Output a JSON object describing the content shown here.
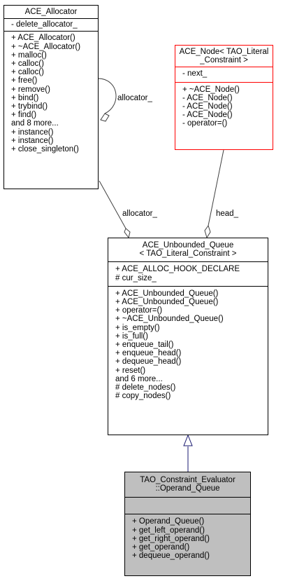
{
  "classes": {
    "allocator": {
      "title_lines": [
        "ACE_Allocator"
      ],
      "attributes": [
        "- delete_allocator_"
      ],
      "methods": [
        "+ ACE_Allocator()",
        "+ ~ACE_Allocator()",
        "+ malloc()",
        "+ calloc()",
        "+ calloc()",
        "+ free()",
        "+ remove()",
        "+ bind()",
        "+ trybind()",
        "+ find()",
        "and 8 more...",
        "+ instance()",
        "+ instance()",
        "+ close_singleton()"
      ]
    },
    "node": {
      "title_lines": [
        "ACE_Node< TAO_Literal",
        "_Constraint >"
      ],
      "attributes": [
        "- next_"
      ],
      "methods": [
        "+ ~ACE_Node()",
        "- ACE_Node()",
        "- ACE_Node()",
        "- ACE_Node()",
        "- operator=()"
      ]
    },
    "queue": {
      "title_lines": [
        "ACE_Unbounded_Queue",
        "< TAO_Literal_Constraint >"
      ],
      "attributes": [
        "+ ACE_ALLOC_HOOK_DECLARE",
        "# cur_size_"
      ],
      "methods": [
        "+ ACE_Unbounded_Queue()",
        "+ ACE_Unbounded_Queue()",
        "+ operator=()",
        "+ ~ACE_Unbounded_Queue()",
        "+ is_empty()",
        "+ is_full()",
        "+ enqueue_tail()",
        "+ enqueue_head()",
        "+ dequeue_head()",
        "+ reset()",
        "and 6 more...",
        "# delete_nodes()",
        "# copy_nodes()"
      ]
    },
    "operand": {
      "title_lines": [
        "TAO_Constraint_Evaluator",
        "::Operand_Queue"
      ],
      "attributes": [],
      "methods": [
        "+ Operand_Queue()",
        "+ get_left_operand()",
        "+ get_right_operand()",
        "+ get_operand()",
        "+ dequeue_operand()"
      ]
    }
  },
  "edges": {
    "allocator_self": "allocator_",
    "allocator_to_queue": "allocator_",
    "node_to_queue": "head_"
  },
  "colors": {
    "node_border": "#ff0000",
    "inheritance_arrow": "#191970",
    "highlight_fill": "#bfbfbf"
  }
}
